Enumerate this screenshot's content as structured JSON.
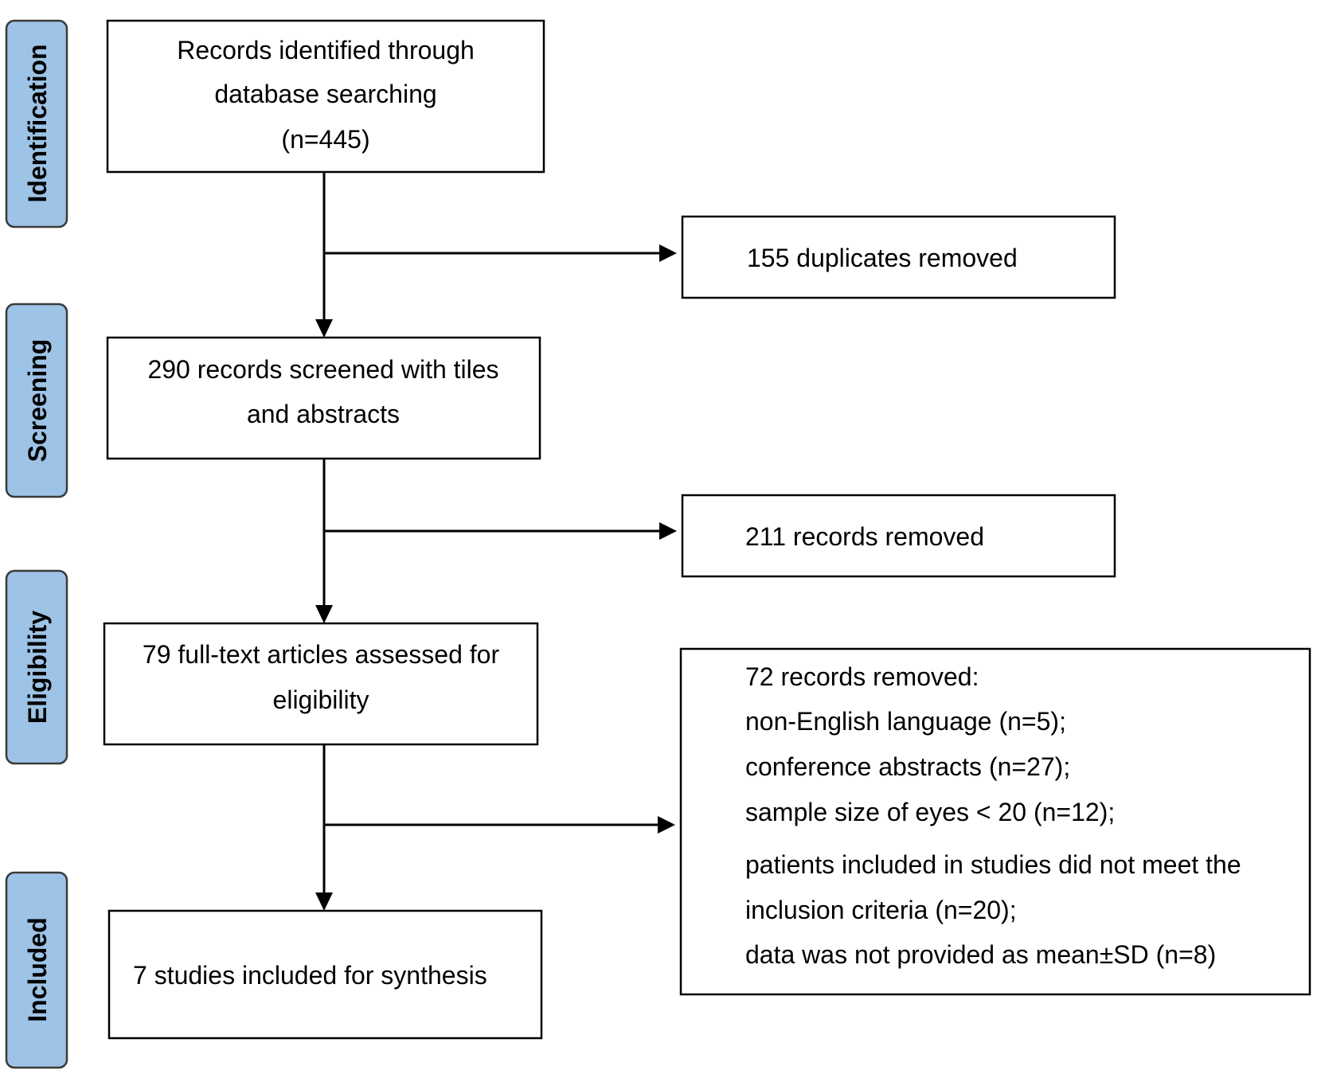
{
  "phases": {
    "identification": "Identification",
    "screening": "Screening",
    "eligibility": "Eligibility",
    "included": "Included"
  },
  "boxes": {
    "records_identified": {
      "lines": [
        "Records identified through",
        "database searching",
        "(n=445)"
      ]
    },
    "duplicates_removed": "155 duplicates removed",
    "records_screened": {
      "lines": [
        "290 records screened with tiles",
        "and abstracts"
      ]
    },
    "records_removed_screening": "211 records removed",
    "full_text_assessed": {
      "lines": [
        "79 full-text articles assessed for",
        "eligibility"
      ]
    },
    "full_text_excluded": {
      "lines": [
        "72 records removed:",
        "non-English language (n=5);",
        "conference abstracts (n=27);",
        "sample size of eyes < 20 (n=12);",
        "patients included in studies did not meet the",
        "inclusion criteria (n=20);",
        "data was not provided as mean±SD (n=8)"
      ]
    },
    "included": "7 studies included for synthesis"
  },
  "colors": {
    "phase_fill": "#9dc3e6",
    "box_border": "#000000"
  }
}
